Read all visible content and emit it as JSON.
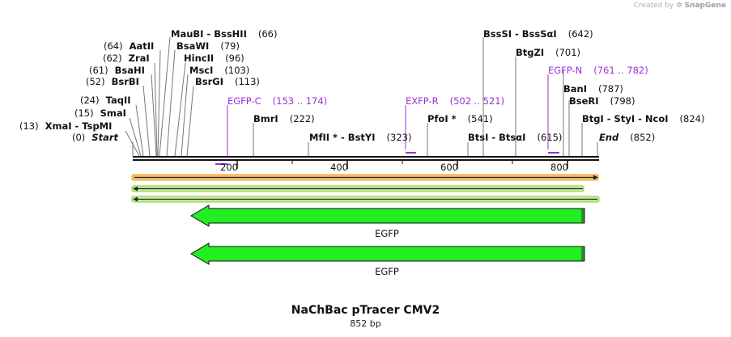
{
  "credit": {
    "prefix": "Created by",
    "brand": "SnapGene"
  },
  "map": {
    "title": "NaChBac pTracer CMV2",
    "length_label": "852 bp",
    "length": 852
  },
  "ruler": {
    "ticks": [
      "200",
      "400",
      "600",
      "800"
    ]
  },
  "sites": [
    {
      "pos": "(0)",
      "name": "Start",
      "italic": true
    },
    {
      "pos": "(13)",
      "name": "XmaI  -  TspMI"
    },
    {
      "pos": "(15)",
      "name": "SmaI"
    },
    {
      "pos": "(24)",
      "name": "TaqII"
    },
    {
      "pos": "(52)",
      "name": "BsrBI"
    },
    {
      "pos": "(61)",
      "name": "BsaHI"
    },
    {
      "pos": "(62)",
      "name": "ZraI"
    },
    {
      "pos": "(64)",
      "name": "AatII"
    },
    {
      "name": "MauBI  -  BssHII",
      "pos": "(66)"
    },
    {
      "name": "BsaWI",
      "pos": "(79)"
    },
    {
      "name": "HincII",
      "pos": "(96)"
    },
    {
      "name": "MscI",
      "pos": "(103)"
    },
    {
      "name": "BsrGI",
      "pos": "(113)"
    },
    {
      "name": "BmrI",
      "pos": "(222)"
    },
    {
      "name": "MfII *  -  BstYI",
      "pos": "(323)"
    },
    {
      "name": "PfoI *",
      "pos": "(541)"
    },
    {
      "name": "BssSI  -  BssSαI",
      "pos": "(642)"
    },
    {
      "name": "BtgZI",
      "pos": "(701)"
    },
    {
      "name": "BtsI  -  BtsαI",
      "pos": "(615)"
    },
    {
      "name": "BanI",
      "pos": "(787)"
    },
    {
      "name": "BseRI",
      "pos": "(798)"
    },
    {
      "name": "BtgI  -  StyI  -  NcoI",
      "pos": "(824)"
    },
    {
      "name": "End",
      "pos": "(852)",
      "italic": true
    }
  ],
  "primers": [
    {
      "name": "EGFP-C",
      "range": "(153 .. 174)"
    },
    {
      "name": "EXFP-R",
      "range": "(502 .. 521)"
    },
    {
      "name": "EGFP-N",
      "range": "(761 .. 782)"
    }
  ],
  "features": [
    {
      "label": "EGFP",
      "color": "#22ee22"
    },
    {
      "label": "EGFP",
      "color": "#22ee22"
    }
  ],
  "colors": {
    "orf_orange": "#f0a030",
    "orf_green": "#88cc44",
    "primer": "#9b30d6",
    "feature": "#22ee22"
  }
}
